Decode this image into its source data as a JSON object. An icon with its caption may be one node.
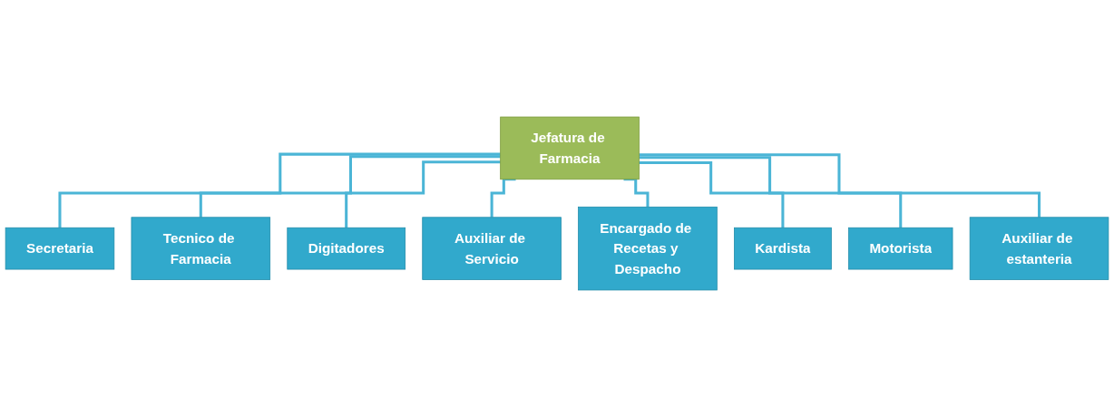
{
  "diagram": {
    "nodes": [
      {
        "text": [
          "Jefatura de Farmacia"
        ]
      },
      {
        "text": [
          "Secretaria"
        ]
      },
      {
        "text": [
          "Tecnico de Farmacia"
        ]
      },
      {
        "text": [
          "Digitadores"
        ]
      },
      {
        "text": [
          "Auxiliar de Servicio"
        ]
      },
      {
        "text": [
          "Encargado de Recetas y Despacho"
        ]
      },
      {
        "text": [
          "Kardista"
        ]
      },
      {
        "text": [
          "Motorista"
        ]
      },
      {
        "text": [
          "Auxiliar de estanteria"
        ]
      }
    ],
    "edges": [
      {
        "from": 0,
        "to": 1,
        "arrow": "none"
      },
      {
        "from": 0,
        "to": 2,
        "arrow": "none"
      },
      {
        "from": 0,
        "to": 3,
        "arrow": "none"
      },
      {
        "from": 0,
        "to": 4,
        "arrow": "none"
      },
      {
        "from": 0,
        "to": 5,
        "arrow": "none"
      },
      {
        "from": 0,
        "to": 6,
        "arrow": "none"
      },
      {
        "from": 0,
        "to": 7,
        "arrow": "none"
      },
      {
        "from": 0,
        "to": 8,
        "arrow": "none"
      }
    ]
  }
}
